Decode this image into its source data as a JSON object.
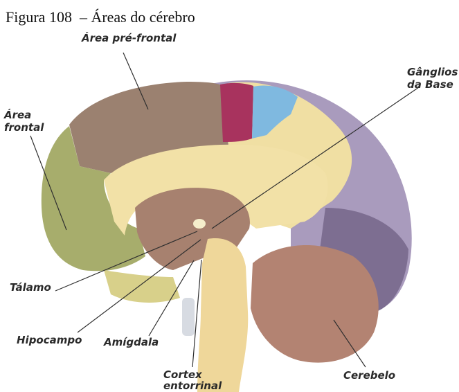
{
  "figure": {
    "caption": "Figura 108  – Áreas do cérebro"
  },
  "labels": {
    "prefrontal": "Área pré-frontal",
    "frontal_line1": "Área",
    "frontal_line2": "frontal",
    "ganglia_line1": "Gânglios",
    "ganglia_line2": "da Base",
    "thalamus": "Tálamo",
    "hippocampus": "Hipocampo",
    "amygdala": "Amígdala",
    "entorhinal_line1": "Cortex",
    "entorhinal_line2": "entorrinal",
    "cerebellum": "Cerebelo"
  },
  "colors": {
    "frontal": "#a7ad6c",
    "prefrontal": "#9b8170",
    "magenta": "#a8335e",
    "blue": "#7fb9e0",
    "cream": "#f2e1a7",
    "lavender": "#a99bbd",
    "purple": "#7d6e91",
    "cerebellum": "#b38372",
    "brainstem": "#efd79a",
    "inner": "#a7816f"
  }
}
